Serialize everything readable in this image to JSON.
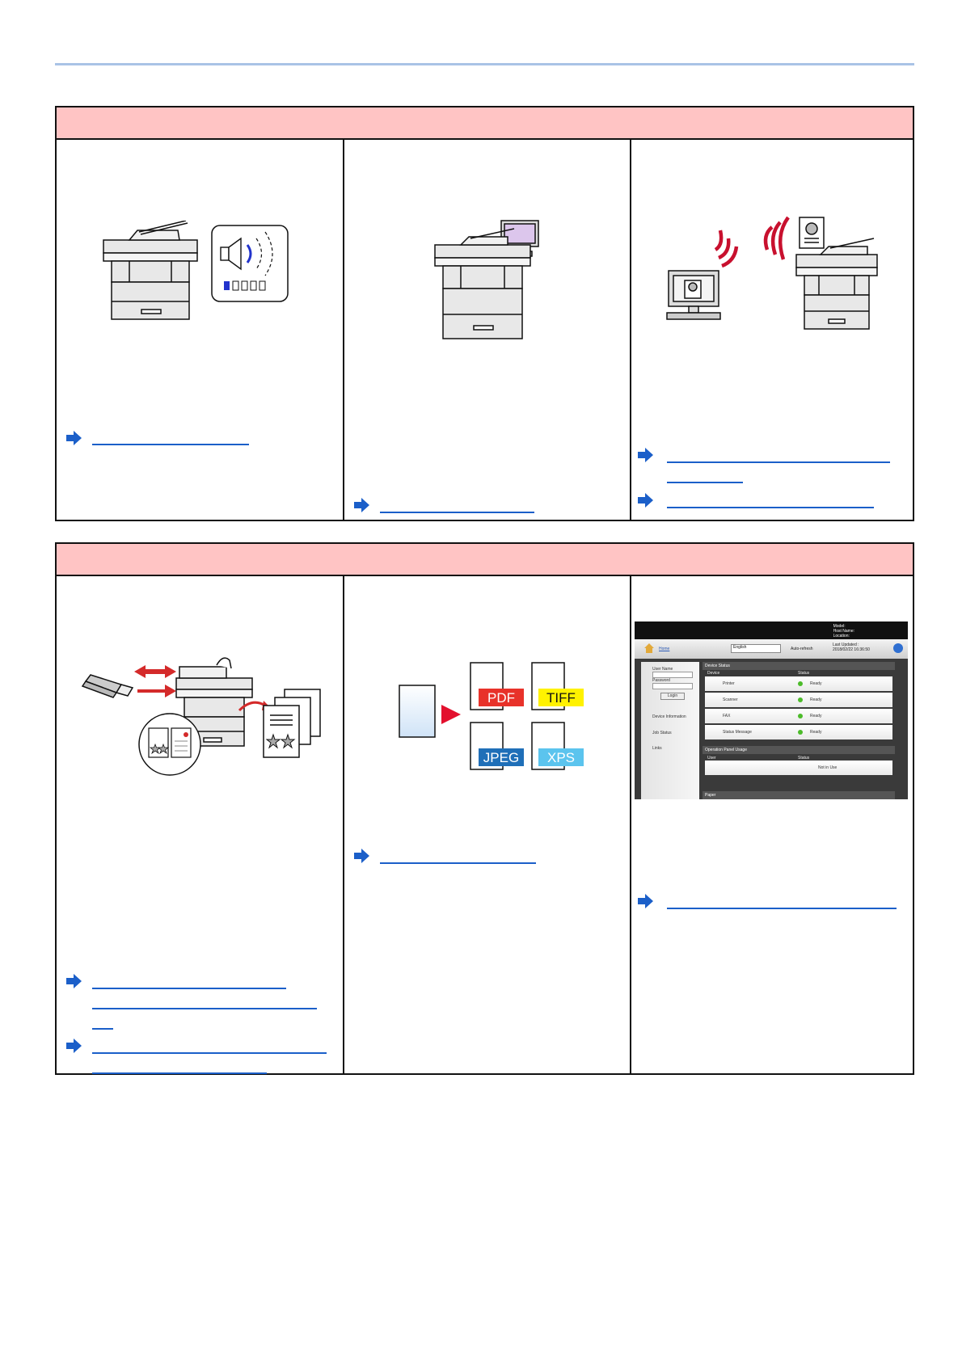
{
  "colors": {
    "header_fill": "#ffc4c4",
    "rule": "#a9c3e6",
    "link_blue": "#1b5fc9",
    "alarm_red": "#c8102e"
  },
  "formats": {
    "pdf": "PDF",
    "tiff": "TIFF",
    "jpeg": "JPEG",
    "xps": "XPS"
  },
  "screenshot": {
    "model_label": "Model:",
    "host_label": "Host Name:",
    "location_label": "Location:",
    "home": "Home",
    "language": "English",
    "auto_refresh": "Auto-refresh",
    "last_updated_label": "Last Updated :",
    "last_updated_value": "2018/02/22 16:36:50",
    "user_name": "User Name",
    "password": "Password",
    "login": "Login",
    "device_information": "Device Information",
    "job_status": "Job Status",
    "links": "Links",
    "device_status": "Device Status",
    "col_device": "Device",
    "col_status": "Status",
    "devices": [
      {
        "name": "Printer",
        "status": "Ready"
      },
      {
        "name": "Scanner",
        "status": "Ready"
      },
      {
        "name": "FAX",
        "status": "Ready"
      },
      {
        "name": "Status Message",
        "status": "Ready"
      }
    ],
    "operation_panel_usage": "Operation Panel Usage",
    "col_user": "User",
    "panel_status": "Not in Use",
    "paper": "Paper"
  }
}
